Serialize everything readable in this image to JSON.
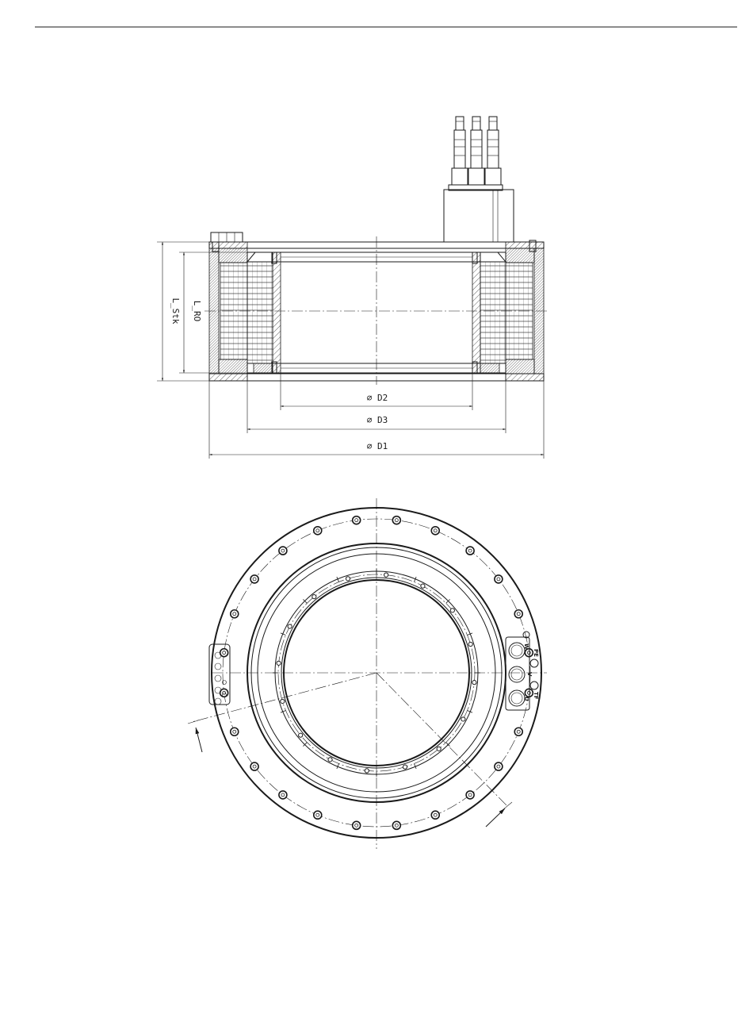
{
  "dimensions": {
    "d2": "∅ D2",
    "d3": "∅ D3",
    "d1": "∅ D1",
    "l_stk": "L_Stk",
    "l_ro": "L_RO"
  },
  "connector_labels": {
    "w": "W",
    "pe": "PE",
    "v": "V",
    "tf": "TF",
    "u": "U"
  },
  "bolt_circle": {
    "outer_holes": 24,
    "inner_holes": 16
  }
}
